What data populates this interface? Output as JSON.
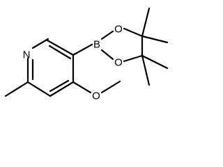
{
  "molecule": {
    "atoms": {
      "pyridine_n": "N",
      "methoxy_o": "O",
      "boron": "B",
      "ester_o_top": "O",
      "ester_o_bottom": "O"
    }
  }
}
